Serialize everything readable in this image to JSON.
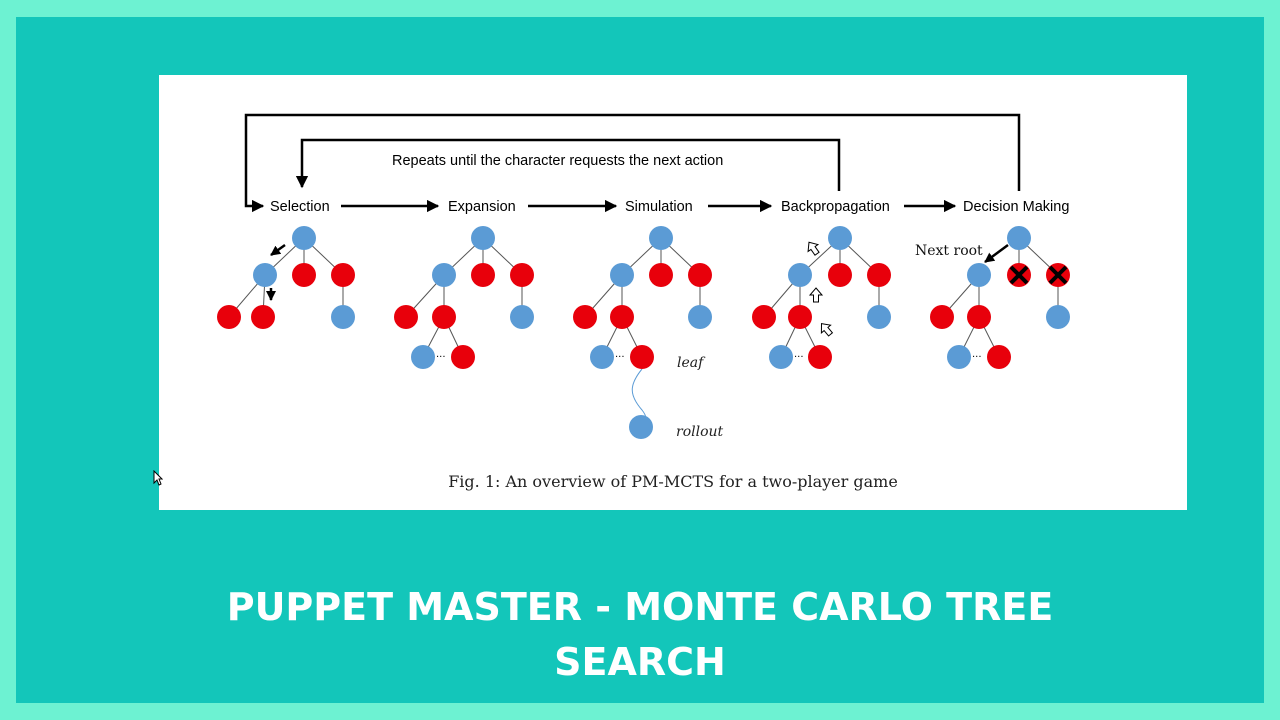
{
  "figure": {
    "repeat_label": "Repeats until the character requests the next action",
    "stages": [
      "Selection",
      "Expansion",
      "Simulation",
      "Backpropagation",
      "Decision Making"
    ],
    "leaf_label": "leaf",
    "rollout_label": "rollout",
    "next_root_label": "Next root",
    "ellipsis": "···",
    "caption": "Fig. 1: An overview of PM-MCTS for a two-player game"
  },
  "title": {
    "line1": "PUPPET MASTER - MONTE CARLO TREE",
    "line2": "SEARCH"
  },
  "colors": {
    "blue_node": "#5b9bd5",
    "red_node": "#e8000b",
    "panel": "#13c6ba",
    "border": "#6df2d2"
  }
}
